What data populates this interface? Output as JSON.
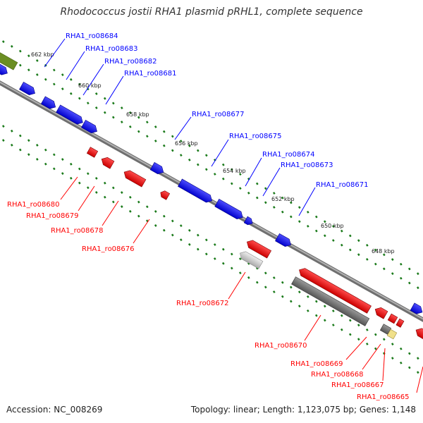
{
  "title": "Rhodococcus jostii RHA1 plasmid pRHL1, complete sequence",
  "accession_label": "Accession: NC_008269",
  "summary_label": "Topology: linear; Length: 1,123,075 bp; Genes: 1,148",
  "colors": {
    "forward_gene": "#0000ff",
    "reverse_gene": "#ff0000",
    "backbone": "#808080",
    "tick": "#1a7a1a",
    "other_feature": "#6b8e23",
    "highlight_feature": "#f0e08a"
  },
  "scale_labels": [
    "662 kbp",
    "660 kbp",
    "658 kbp",
    "656 kbp",
    "654 kbp",
    "652 kbp",
    "650 kbp",
    "648 kbp"
  ],
  "forward_gene_labels": [
    "RHA1_ro08684",
    "RHA1_ro08683",
    "RHA1_ro08682",
    "RHA1_ro08681",
    "RHA1_ro08677",
    "RHA1_ro08675",
    "RHA1_ro08674",
    "RHA1_ro08673",
    "RHA1_ro08671"
  ],
  "reverse_gene_labels": [
    "RHA1_ro08680",
    "RHA1_ro08679",
    "RHA1_ro08678",
    "RHA1_ro08676",
    "RHA1_ro08672",
    "RHA1_ro08670",
    "RHA1_ro08669",
    "RHA1_ro08668",
    "RHA1_ro08667",
    "RHA1_ro08665"
  ]
}
